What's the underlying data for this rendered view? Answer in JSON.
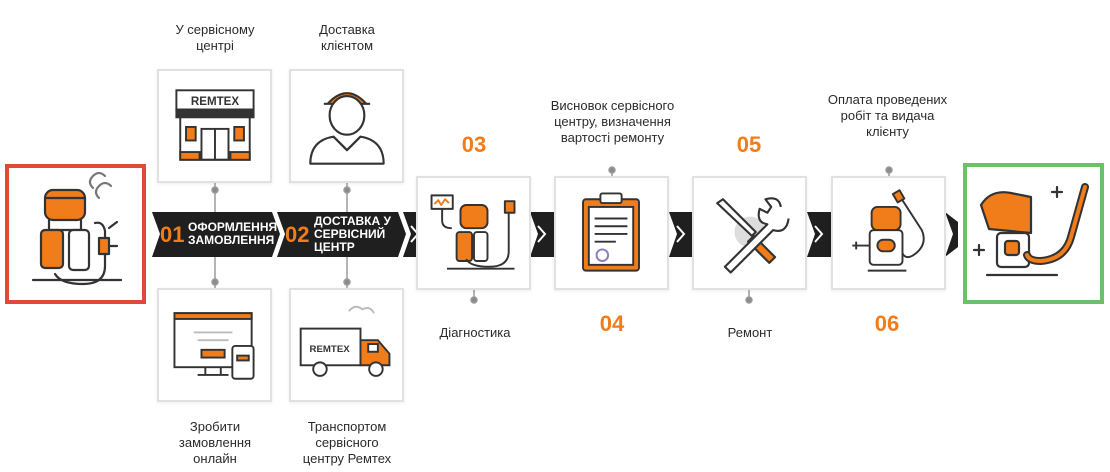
{
  "colors": {
    "accent": "#f07c1a",
    "band": "#1f1f1f",
    "start_border": "#e0483c",
    "finish_border": "#6fbf6a"
  },
  "steps": {
    "s01": {
      "number": "01",
      "label_line1": "ОФОРМЛЕННЯ",
      "label_line2": "ЗАМОВЛЕННЯ"
    },
    "s02": {
      "number": "02",
      "label_line1": "ДОСТАВКА У",
      "label_line2": "СЕРВІСНИЙ",
      "label_line3": "ЦЕНТР"
    },
    "s03": {
      "number": "03",
      "caption": "Діагностика"
    },
    "s04": {
      "number": "04",
      "caption_line1": "Висновок сервісного",
      "caption_line2": "центру, визначення",
      "caption_line3": "вартості ремонту"
    },
    "s05": {
      "number": "05",
      "caption": "Ремонт"
    },
    "s06": {
      "number": "06",
      "caption_line1": "Оплата проведених",
      "caption_line2": "робіт та видача",
      "caption_line3": "клієнту"
    }
  },
  "options": {
    "service_center": {
      "line1": "У сервісному",
      "line2": "центрі"
    },
    "client_delivery": {
      "line1": "Доставка",
      "line2": "клієнтом"
    },
    "online_order": {
      "line1": "Зробити",
      "line2": "замовлення",
      "line3": "онлайн"
    },
    "transport": {
      "line1": "Транспортом",
      "line2": "сервісного",
      "line3": "центру Ремтех"
    }
  },
  "brand": {
    "logo_text": "REMTEX"
  },
  "icons": [
    "broken-sprayer-icon",
    "shop-icon",
    "courier-icon",
    "computer-order-icon",
    "delivery-truck-icon",
    "diagnostics-icon",
    "clipboard-icon",
    "tools-icon",
    "payment-sprayer-icon",
    "repaired-sprayer-icon"
  ]
}
